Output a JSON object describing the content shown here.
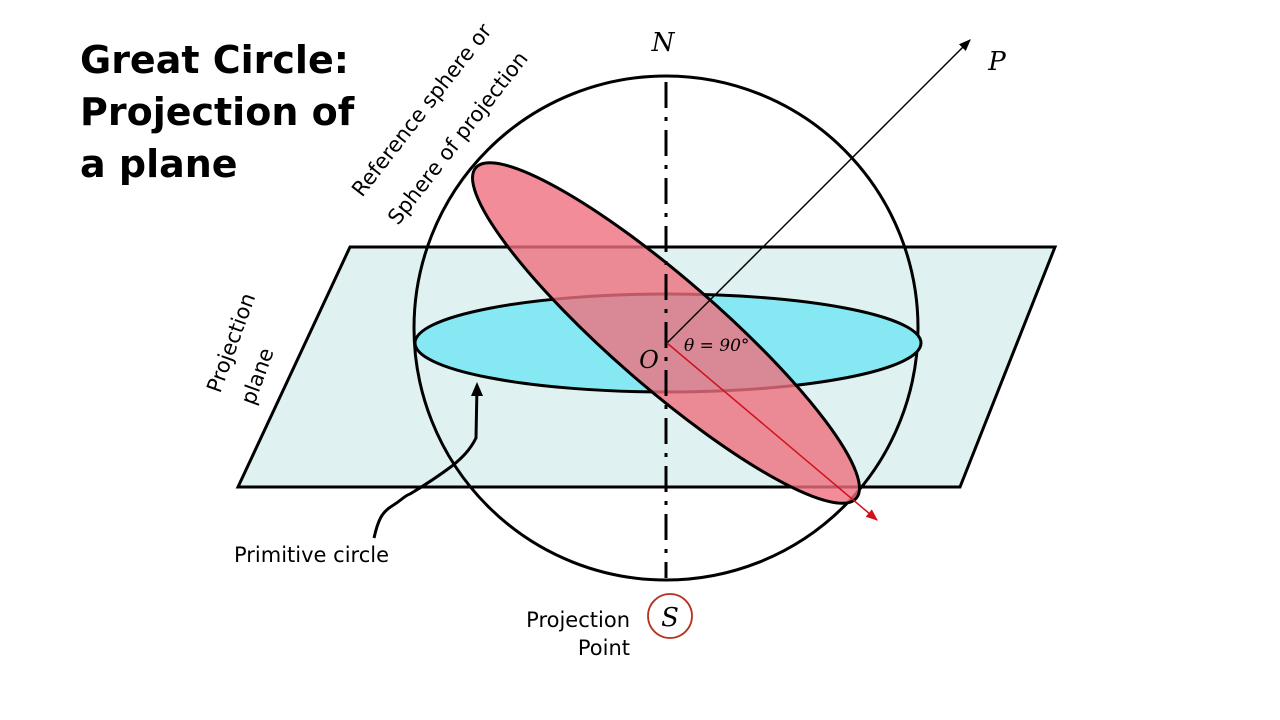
{
  "title": {
    "line1": "Great Circle:",
    "line2": "Projection of",
    "line3": "a plane"
  },
  "labels": {
    "north": "N",
    "pole": "P",
    "origin": "O",
    "angle": "θ = 90°",
    "south": "S",
    "reference_sphere_line1": "Reference sphere or",
    "reference_sphere_line2": "Sphere of projection",
    "projection_plane_line1": "Projection",
    "projection_plane_line2": "plane",
    "primitive_circle": "Primitive circle",
    "projection_point_line1": "Projection",
    "projection_point_line2": "Point"
  },
  "colors": {
    "plane_fill": "#dff1f1",
    "primitive_fill": "#86e8f2",
    "great_circle_fill": "#ee6f7e",
    "normal_arrow": "#d0101c",
    "south_ring": "#b5321f",
    "line": "#000000"
  }
}
